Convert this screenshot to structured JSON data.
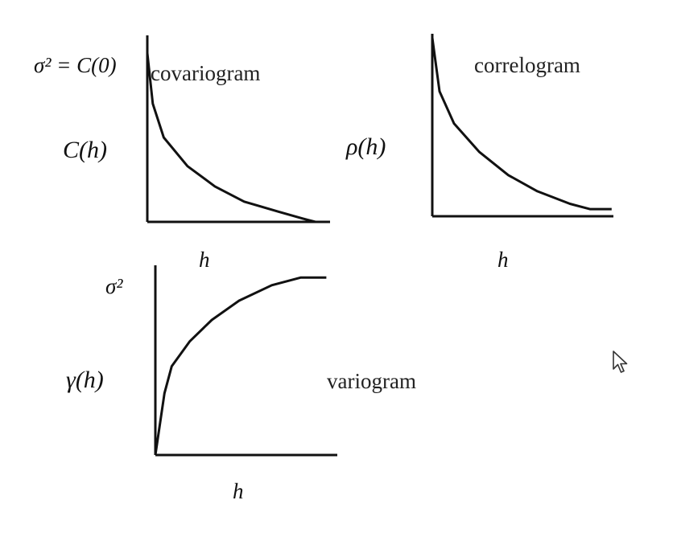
{
  "covariogram": {
    "sill_label": "σ² = C(0)",
    "name": "covariogram",
    "y_label": "C(h)",
    "x_label": "h",
    "curve": [
      [
        0.0,
        1.0
      ],
      [
        0.03,
        0.7
      ],
      [
        0.09,
        0.5
      ],
      [
        0.22,
        0.33
      ],
      [
        0.37,
        0.21
      ],
      [
        0.53,
        0.12
      ],
      [
        0.72,
        0.06
      ],
      [
        0.85,
        0.02
      ],
      [
        0.92,
        0.0
      ]
    ]
  },
  "correlogram": {
    "name": "correlogram",
    "y_label": "ρ(h)",
    "x_label": "h",
    "curve": [
      [
        0.0,
        1.0
      ],
      [
        0.04,
        0.7
      ],
      [
        0.12,
        0.52
      ],
      [
        0.26,
        0.36
      ],
      [
        0.42,
        0.23
      ],
      [
        0.58,
        0.14
      ],
      [
        0.76,
        0.07
      ],
      [
        0.87,
        0.04
      ],
      [
        0.99,
        0.04
      ]
    ]
  },
  "variogram": {
    "sill_label": "σ²",
    "name": "variogram",
    "y_label": "γ(h)",
    "x_label": "h",
    "curve": [
      [
        0.0,
        0.0
      ],
      [
        0.05,
        0.32
      ],
      [
        0.09,
        0.46
      ],
      [
        0.19,
        0.59
      ],
      [
        0.31,
        0.7
      ],
      [
        0.46,
        0.8
      ],
      [
        0.64,
        0.88
      ],
      [
        0.8,
        0.92
      ],
      [
        0.94,
        0.92
      ]
    ]
  },
  "colors": {
    "line": "#111111",
    "cursor_fill": "#ffffff",
    "cursor_stroke": "#333333"
  },
  "cursor": {
    "icon": "arrow-cursor-icon"
  }
}
